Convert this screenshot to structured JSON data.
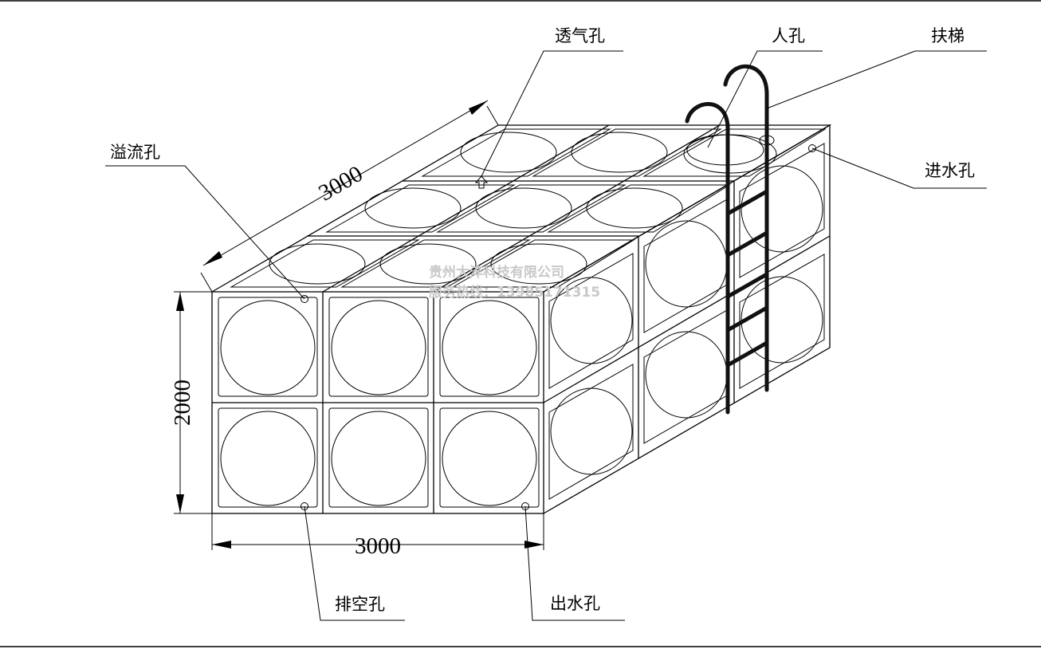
{
  "labels": {
    "vent_hole": "透气孔",
    "manhole": "人孔",
    "ladder": "扶梯",
    "overflow_hole": "溢流孔",
    "inlet_hole": "进水孔",
    "drain_hole": "排空孔",
    "outlet_hole": "出水孔"
  },
  "dimensions": {
    "depth": "3000",
    "height": "2000",
    "width": "3000"
  },
  "watermark": {
    "company": "贵州大淬科技有限公司",
    "hotline": "服务热线：13985171315"
  },
  "colors": {
    "line": "#000000",
    "watermark": "#c8c8c8",
    "background": "#ffffff"
  }
}
